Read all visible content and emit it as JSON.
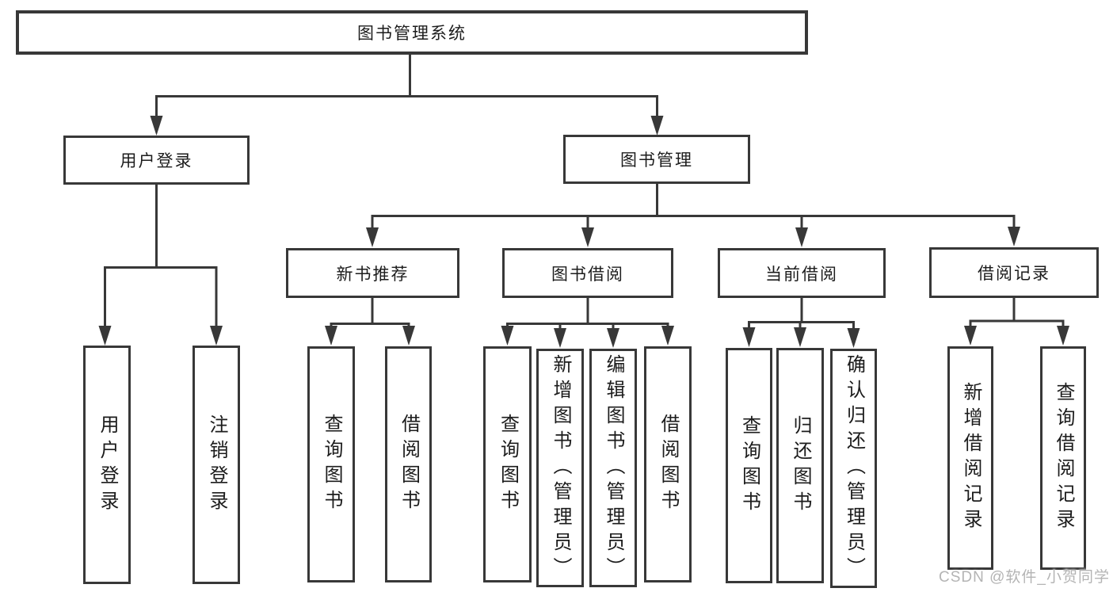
{
  "nodes": {
    "root": "图书管理系统",
    "user_login": "用户登录",
    "book_mgmt": "图书管理",
    "new_book_rec": "新书推荐",
    "book_borrow": "图书借阅",
    "current_borrow": "当前借阅",
    "borrow_record": "借阅记录",
    "leaf_user_login": "用户登录",
    "leaf_logout": "注销登录",
    "leaf_nbr_query": "查询图书",
    "leaf_nbr_borrow": "借阅图书",
    "leaf_bb_query": "查询图书",
    "leaf_bb_add": "新增图书（管理员）",
    "leaf_bb_edit": "编辑图书（管理员）",
    "leaf_bb_borrow": "借阅图书",
    "leaf_cb_query": "查询图书",
    "leaf_cb_return": "归还图书",
    "leaf_cb_confirm": "确认归还（管理员）",
    "leaf_br_add": "新增借阅记录",
    "leaf_br_query": "查询借阅记录"
  },
  "watermark": "CSDN @软件_小贺同学",
  "colors": {
    "line": "#383838",
    "box_border": "#383838",
    "text": "#1c1c1c",
    "watermark": "#b4b4b4",
    "background": "#ffffff"
  }
}
